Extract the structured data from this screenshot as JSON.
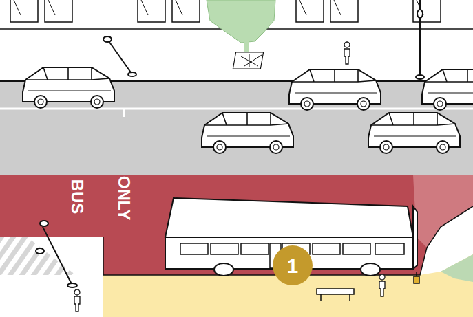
{
  "diagram": {
    "labels": [
      "BUS",
      "ONLY",
      "1"
    ]
  }
}
